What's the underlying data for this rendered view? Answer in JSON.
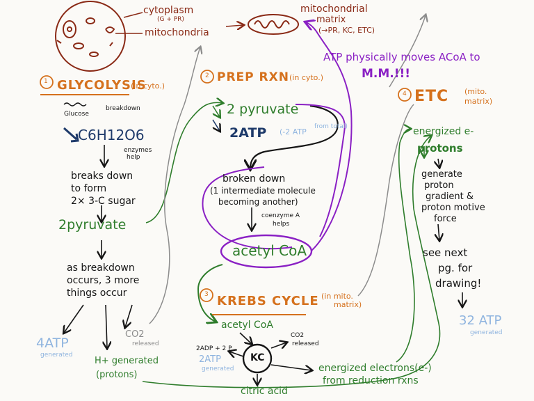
{
  "cell": {
    "cytoplasm_label": "cytoplasm",
    "cytoplasm_sub": "(G + PR)",
    "mitochondria_label": "mitochondria"
  },
  "mito": {
    "label": "mitochondrial",
    "label2": "matrix",
    "sub": "(→PR, KC, ETC)"
  },
  "acoa_note": {
    "line1": "ATP physically moves ACoA to",
    "line2": "M.M.!!!"
  },
  "glycolysis": {
    "number": "1",
    "title": "GLYCOLYSIS",
    "location": "(in cyto.)",
    "word1": "Glucose",
    "word2": "breakdown",
    "formula": "C6H12O6",
    "enzymes": [
      "enzymes",
      "help"
    ],
    "breaks": [
      "breaks down",
      "to form",
      "2× 3-C sugar"
    ],
    "pyruvate": "2pyruvate",
    "occur": [
      "as breakdown",
      "occurs, 3 more",
      "things occur"
    ],
    "atp": "4ATP",
    "atp_sub": "generated",
    "hplus": "H+ generated",
    "protons": "(protons)",
    "co2": "CO2",
    "co2_sub": "released"
  },
  "prep": {
    "number": "2",
    "title": "PREP RXN",
    "location": "(in cyto.)",
    "pyruvate": "2 pyruvate",
    "atp": "2ATP",
    "atp_note": "(-2 ATP",
    "atp_note2": "from total)",
    "broken": [
      "broken down",
      "(1 intermediate molecule",
      "becoming another)"
    ],
    "coenzyme": [
      "coenzyme A",
      "helps"
    ],
    "acetyl": "acetyl CoA"
  },
  "krebs": {
    "number": "3",
    "title": "KREBS CYCLE",
    "location": "(in mito.",
    "location2": "matrix)",
    "acetyl": "acetyl CoA",
    "kc": "KC",
    "adp": "2ADP + 2 P",
    "atp": "2ATP",
    "atp_sub": "generated",
    "co2": "CO2",
    "co2_sub": "released",
    "citric": "citric acid",
    "electrons": "energized electrons(e-)",
    "electrons2": "from reduction rxns"
  },
  "etc": {
    "number": "4",
    "title": "ETC",
    "location": "(mito.",
    "location2": "matrix)",
    "energized": "energized e-",
    "protons": "protons",
    "gradient": [
      "generate",
      "proton",
      "gradient &",
      "proton motive",
      "force"
    ],
    "see": [
      "see next",
      "pg. for",
      "drawing!"
    ],
    "atp": "32 ATP",
    "atp_sub": "generated"
  },
  "colors": {
    "brown": "#8a2a16",
    "orange": "#d5711d",
    "navy": "#1e3a6a",
    "green": "#2f7d2c",
    "purple": "#8a20c4",
    "light_blue": "#8fb4df",
    "black": "#161616",
    "gray": "#8c8c8c"
  }
}
